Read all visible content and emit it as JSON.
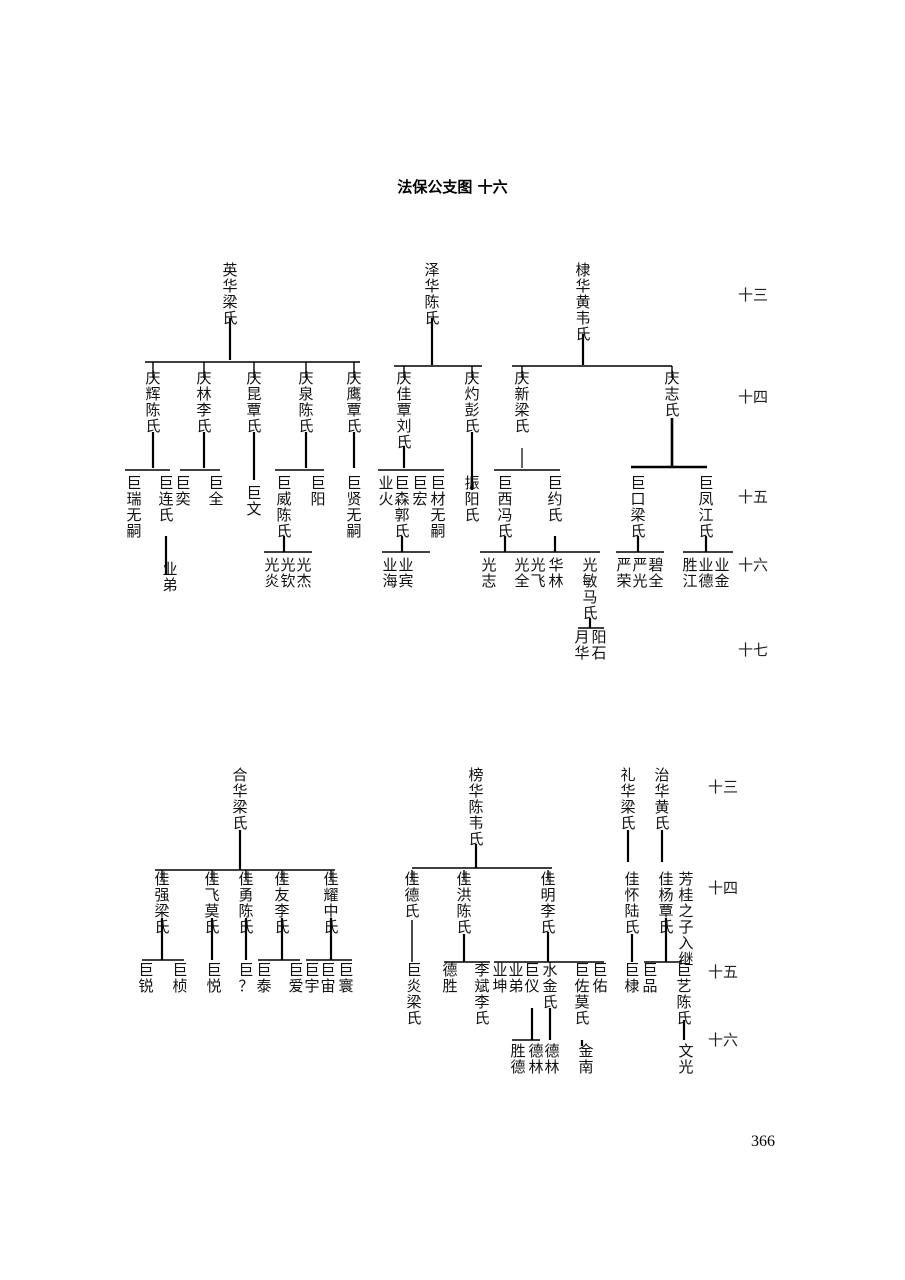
{
  "title": "法保公支图  十六",
  "page_number": "366",
  "diagram_1": {
    "generations": [
      "十三",
      "十四",
      "十五",
      "十六",
      "十七"
    ],
    "gen13": [
      "英华梁氏",
      "泽华陈氏",
      "棣华黄韦氏"
    ],
    "gen14": [
      "庆辉陈氏",
      "庆林李氏",
      "庆昆覃氏",
      "庆泉陈氏",
      "庆鹰覃氏",
      "庆佳覃刘氏",
      "庆灼彭氏",
      "庆新梁氏",
      "庆志氏"
    ],
    "gen15": [
      "巨瑞无嗣",
      "巨连氏",
      "巨奕",
      "巨全",
      "巨文",
      "巨威陈氏",
      "巨阳",
      "巨贤无嗣",
      "业火",
      "巨森郭氏",
      "巨宏",
      "巨材无嗣",
      "振阳氏",
      "巨西冯氏",
      "巨约氏",
      "巨口梁氏",
      "巨凤江氏"
    ],
    "gen16": [
      "业弟",
      "光炎",
      "光钦",
      "光杰",
      "业海",
      "业宾",
      "光志",
      "光全",
      "光飞",
      "华林",
      "光敏马氏",
      "严荣",
      "严光",
      "碧全",
      "胜江",
      "业德",
      "业金"
    ],
    "gen17": [
      "月华",
      "阳石"
    ]
  },
  "diagram_2": {
    "generations": [
      "十三",
      "十四",
      "十五",
      "十六"
    ],
    "gen13": [
      "合华梁氏",
      "榜华陈韦氏",
      "礼华梁氏",
      "治华黄氏"
    ],
    "gen14": [
      "佳强梁氏",
      "佳飞莫氏",
      "佳勇陈氏",
      "佳友李氏",
      "佳耀中氏",
      "佳德氏",
      "佳洪陈氏",
      "佳明李氏",
      "佳怀陆氏",
      "佳杨覃氏",
      "芳桂之子入继"
    ],
    "gen15": [
      "巨锐",
      "巨桢",
      "巨悦",
      "巨？",
      "巨泰",
      "巨爱",
      "巨宇",
      "巨宙",
      "巨寰",
      "巨炎梁氏",
      "德胜",
      "李斌李氏",
      "业坤",
      "业弟",
      "巨仪",
      "水金氏",
      "巨佐莫氏",
      "巨佑",
      "巨棣",
      "巨品",
      "巨艺陈氏"
    ],
    "gen16": [
      "胜德",
      "德林",
      "德林",
      "金南",
      "文光"
    ]
  }
}
